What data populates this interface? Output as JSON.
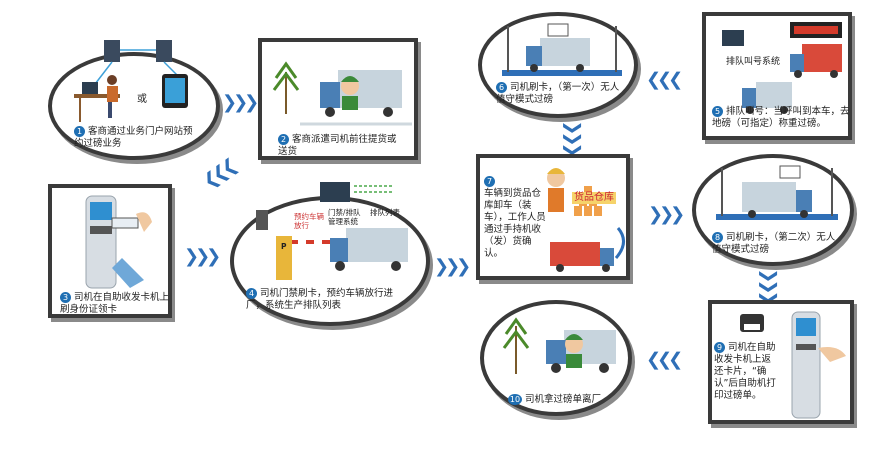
{
  "steps": [
    {
      "num": "1",
      "text": "客商通过业务门户网站预约过磅业务"
    },
    {
      "num": "2",
      "text": "客商派遣司机前往提货或送货"
    },
    {
      "num": "3",
      "text": "司机在自助收发卡机上刷身份证领卡"
    },
    {
      "num": "4",
      "text": "司机门禁刷卡，预约车辆放行进厂，系统生产排队列表"
    },
    {
      "num": "5",
      "text": "排队叫号：当呼叫到本车，去地磅（可指定）称重过磅。"
    },
    {
      "num": "6",
      "text": "司机刷卡，（第一次）无人值守模式过磅"
    },
    {
      "num": "7",
      "text": "车辆到货品仓库卸车（装车），工作人员通过手持机收（发）货确认。"
    },
    {
      "num": "8",
      "text": "司机刷卡，（第二次）无人值守模式过磅"
    },
    {
      "num": "9",
      "text": "司机在自助收发卡机上返还卡片，“确认”后自助机打印过磅单。"
    },
    {
      "num": "10",
      "text": "司机拿过磅单离厂"
    }
  ],
  "labels": {
    "or": "或",
    "queue_system": "排队叫号系统",
    "warehouse": "货品仓库",
    "gate_system": "门禁/排队管理系统",
    "queue_list": "排队列表",
    "reserved_release": "预约车辆放行",
    "gate_sign": "P"
  },
  "colors": {
    "arrow": "#2f6fb7",
    "badge": "#1f6fb3",
    "border": "#3a3a3a"
  }
}
